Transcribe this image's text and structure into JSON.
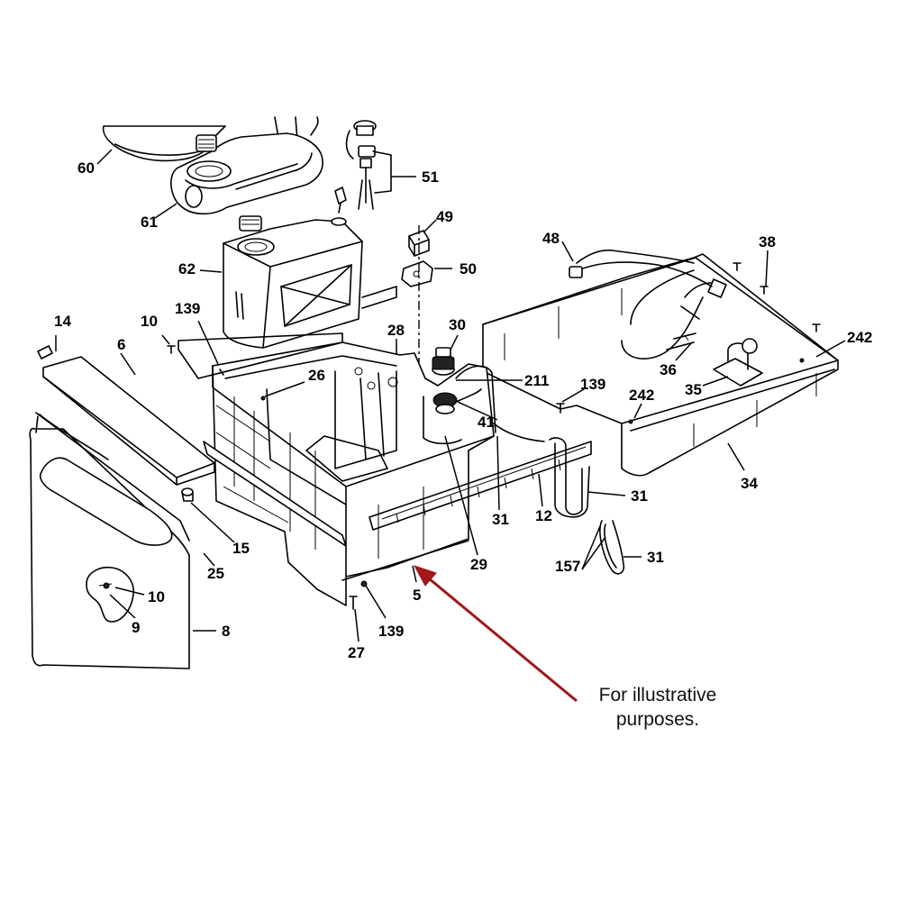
{
  "diagram": {
    "note": "For illustrative purposes.",
    "callouts": {
      "c60": "60",
      "c61": "61",
      "c51": "51",
      "c49": "49",
      "c62": "62",
      "c50": "50",
      "c48": "48",
      "c38": "38",
      "c14": "14",
      "c10a": "10",
      "c139a": "139",
      "c6": "6",
      "c28": "28",
      "c30": "30",
      "c242a": "242",
      "c26": "26",
      "c211": "211",
      "c139b": "139",
      "c36": "36",
      "c242b": "242",
      "c35": "35",
      "c41": "41",
      "c34": "34",
      "c31a": "31",
      "c31b": "31",
      "c12": "12",
      "c15": "15",
      "c25": "25",
      "c157": "157",
      "c31c": "31",
      "c29": "29",
      "c5": "5",
      "c10b": "10",
      "c9": "9",
      "c8": "8",
      "c139c": "139",
      "c27": "27"
    },
    "arrow_color": "#a01818"
  }
}
